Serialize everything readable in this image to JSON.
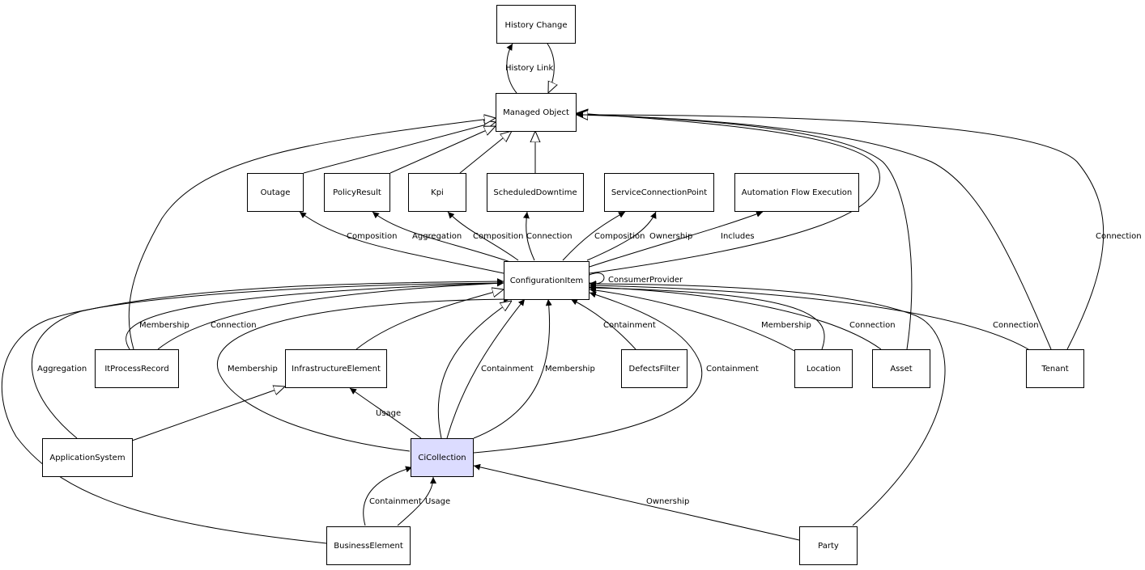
{
  "nodes": {
    "history_change": "History Change",
    "managed_object": "Managed Object",
    "outage": "Outage",
    "policy_result": "PolicyResult",
    "kpi": "Kpi",
    "scheduled_downtime": "ScheduledDowntime",
    "service_connection_point": "ServiceConnectionPoint",
    "automation_flow_execution": "Automation Flow Execution",
    "configuration_item": "ConfigurationItem",
    "it_process_record": "ItProcessRecord",
    "infrastructure_element": "InfrastructureElement",
    "defects_filter": "DefectsFilter",
    "location": "Location",
    "asset": "Asset",
    "tenant": "Tenant",
    "application_system": "ApplicationSystem",
    "ci_collection": "CiCollection",
    "business_element": "BusinessElement",
    "party": "Party"
  },
  "edge_labels": {
    "history_link": "History Link",
    "outage_composition": "Composition",
    "policy_aggregation": "Aggregation",
    "kpi_composition": "Composition",
    "downtime_connection": "Connection",
    "scp_composition": "Composition",
    "scp_ownership": "Ownership",
    "afe_includes": "Includes",
    "ci_consumer_provider": "ConsumerProvider",
    "itpr_membership": "Membership",
    "itpr_connection": "Connection",
    "app_aggregation": "Aggregation",
    "cic_membership_left": "Membership",
    "cic_containment": "Containment",
    "cic_membership": "Membership",
    "defects_containment": "Containment",
    "cic_containment_right": "Containment",
    "location_membership": "Membership",
    "asset_connection": "Connection",
    "tenant_connection": "Connection",
    "tenant_mo_connection": "Connection",
    "cic_usage": "Usage",
    "be_containment": "Containment",
    "be_usage": "Usage",
    "party_ownership": "Ownership"
  },
  "colors": {
    "selected_node_fill": "#dcdcff",
    "node_fill": "#ffffff",
    "stroke": "#000000"
  }
}
